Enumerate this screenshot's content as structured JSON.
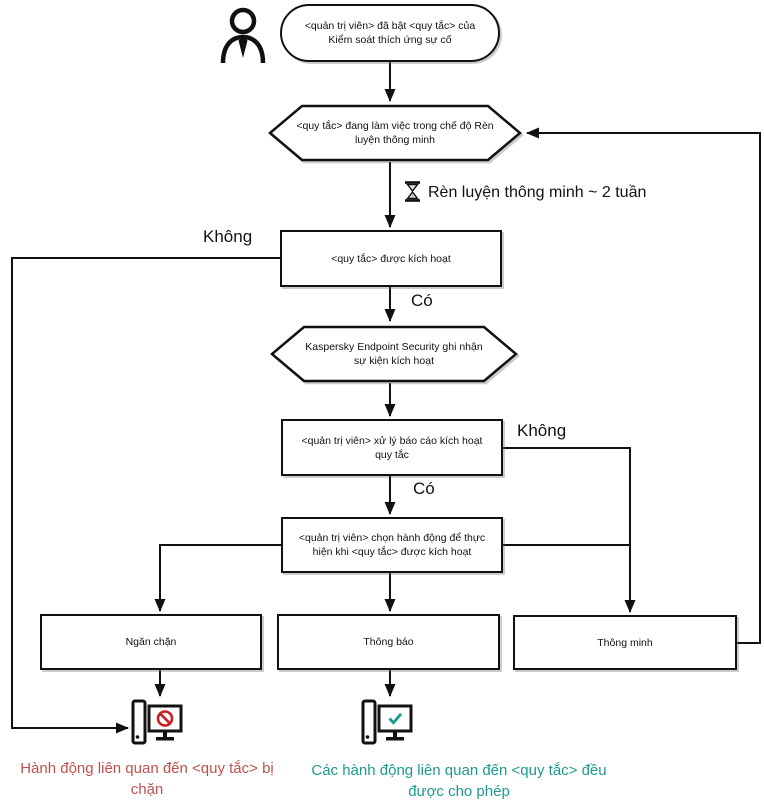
{
  "flowchart": {
    "nodes": {
      "start": "<quản trị viên> đã bật <quy tắc> của Kiểm soát thích ứng sự cố",
      "training_mode": "<quy tắc> đang làm việc trong chế độ Rèn luyện thông minh",
      "training_note": "Rèn luyện thông minh ~ 2 tuần",
      "rule_triggered": "<quy tắc> được kích hoạt",
      "event_logged": "Kaspersky Endpoint Security ghi nhận sự kiện kích hoạt",
      "report_processed": "<quản trị viên> xử lý báo cáo kích hoạt quy tắc",
      "action_chosen": "<quản trị viên> chọn hành động để thực hiện khi <quy tắc> được kích hoạt",
      "action_block": "Ngăn chặn",
      "action_notify": "Thông báo",
      "action_smart": "Thông minh"
    },
    "edge_labels": {
      "rule_triggered_no": "Không",
      "rule_triggered_yes": "Có",
      "report_no": "Không",
      "report_yes": "Có"
    },
    "captions": {
      "blocked": "Hành động liên quan đến <quy tắc> bị chặn",
      "allowed": "Các hành động liên quan đến <quy tắc> đều được cho phép"
    },
    "icons": {
      "actor": "person-icon",
      "wait": "hourglass-icon",
      "blocked_pc": "computer-blocked-icon",
      "allowed_pc": "computer-allowed-icon"
    },
    "colors": {
      "line": "#111111",
      "blocked_caption": "#c0504d",
      "allowed_caption": "#1d9a8f",
      "prohibition": "#cc1f1f",
      "checkmark": "#1d9a8f"
    }
  }
}
